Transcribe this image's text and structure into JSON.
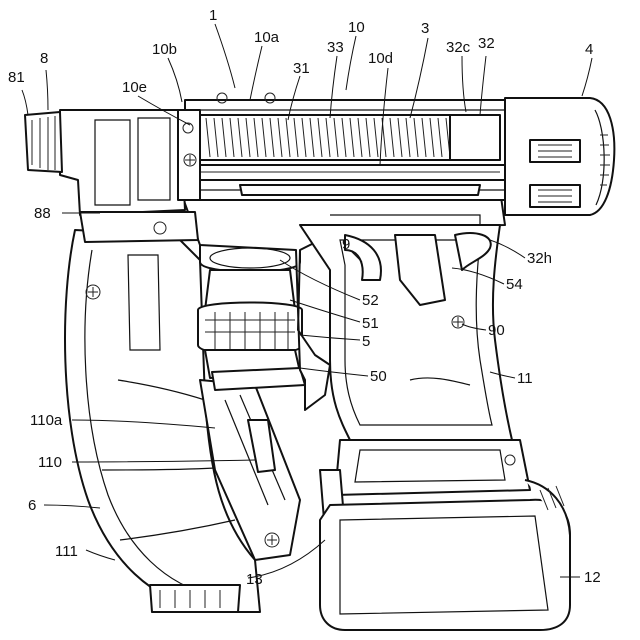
{
  "figure": {
    "labels": {
      "l1": "1",
      "l10a": "10a",
      "l10": "10",
      "l3": "3",
      "l32c": "32c",
      "l32": "32",
      "l4": "4",
      "l8": "8",
      "l10b": "10b",
      "l33": "33",
      "l81": "81",
      "l31": "31",
      "l10d": "10d",
      "l10e": "10e",
      "l88": "88",
      "l9": "9",
      "l32h": "32h",
      "l54": "54",
      "l52": "52",
      "l51": "51",
      "l90": "90",
      "l5": "5",
      "l50": "50",
      "l11": "11",
      "l110a": "110a",
      "l110": "110",
      "l6": "6",
      "l111": "111",
      "l13": "13",
      "l12": "12"
    }
  }
}
